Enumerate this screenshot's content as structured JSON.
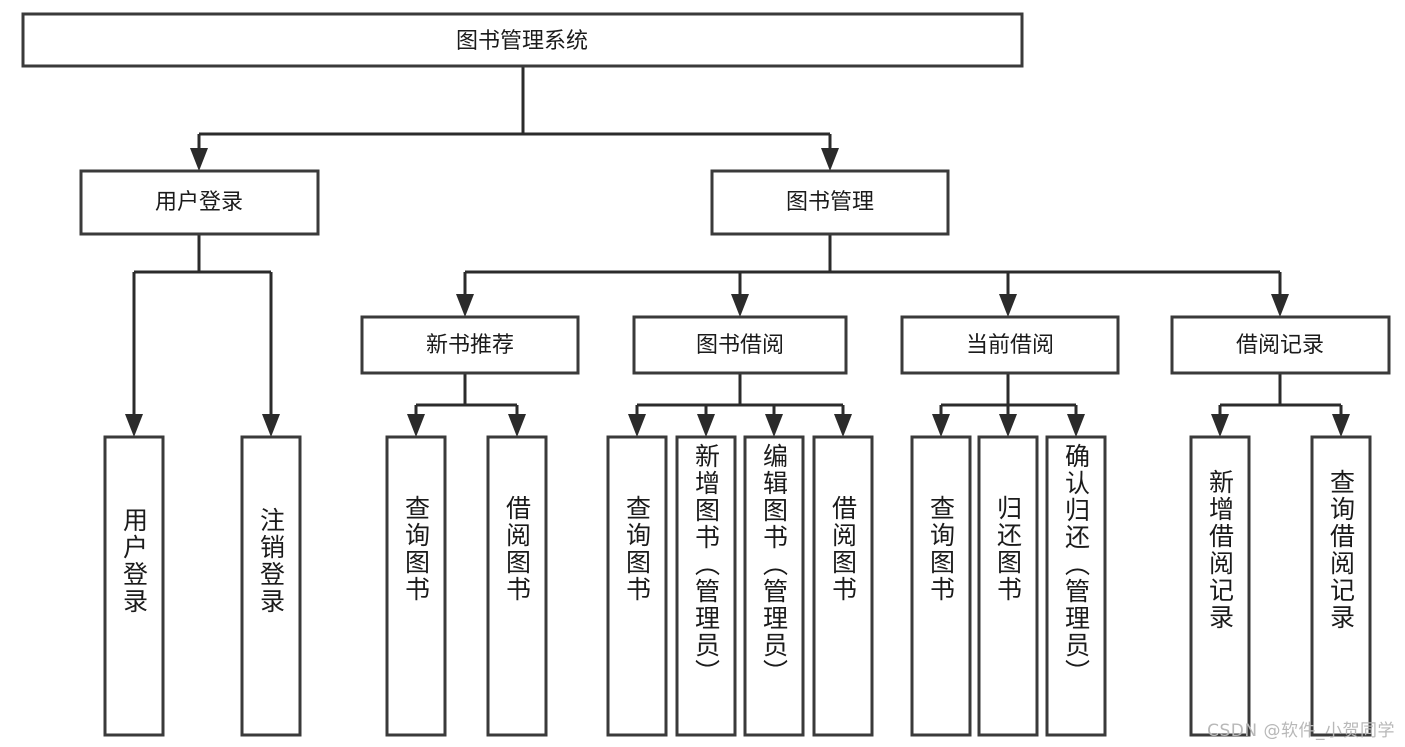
{
  "diagram": {
    "type": "tree-hierarchy",
    "title": "图书管理系统",
    "watermark": "CSDN @软件_小贺同学",
    "nodes": {
      "root": {
        "label": "图书管理系统",
        "level": 1
      },
      "l2": [
        {
          "id": "user-login",
          "label": "用户登录"
        },
        {
          "id": "book-manage",
          "label": "图书管理"
        }
      ],
      "l3": [
        {
          "id": "new-book-rec",
          "label": "新书推荐"
        },
        {
          "id": "book-borrow",
          "label": "图书借阅"
        },
        {
          "id": "current-borrow",
          "label": "当前借阅"
        },
        {
          "id": "borrow-record",
          "label": "借阅记录"
        }
      ],
      "leaves": {
        "user-login": [
          {
            "id": "leaf-user-login",
            "label": "用户登录"
          },
          {
            "id": "leaf-logout",
            "label": "注销登录"
          }
        ],
        "new-book-rec": [
          {
            "id": "leaf-query-book-1",
            "label": "查询图书"
          },
          {
            "id": "leaf-borrow-book-1",
            "label": "借阅图书"
          }
        ],
        "book-borrow": [
          {
            "id": "leaf-query-book-2",
            "label": "查询图书"
          },
          {
            "id": "leaf-add-book",
            "label": "新增图书（管理员）"
          },
          {
            "id": "leaf-edit-book",
            "label": "编辑图书（管理员）"
          },
          {
            "id": "leaf-borrow-book-2",
            "label": "借阅图书"
          }
        ],
        "current-borrow": [
          {
            "id": "leaf-query-book-3",
            "label": "查询图书"
          },
          {
            "id": "leaf-return-book",
            "label": "归还图书"
          },
          {
            "id": "leaf-confirm-return",
            "label": "确认归还（管理员）"
          }
        ],
        "borrow-record": [
          {
            "id": "leaf-add-record",
            "label": "新增借阅记录"
          },
          {
            "id": "leaf-query-record",
            "label": "查询借阅记录"
          }
        ]
      }
    },
    "colors": {
      "stroke": "#3a3a3a",
      "edge": "#2b2b2b",
      "fill": "#ffffff",
      "text": "#1b1b1b",
      "watermark": "#b8b8b8"
    }
  }
}
